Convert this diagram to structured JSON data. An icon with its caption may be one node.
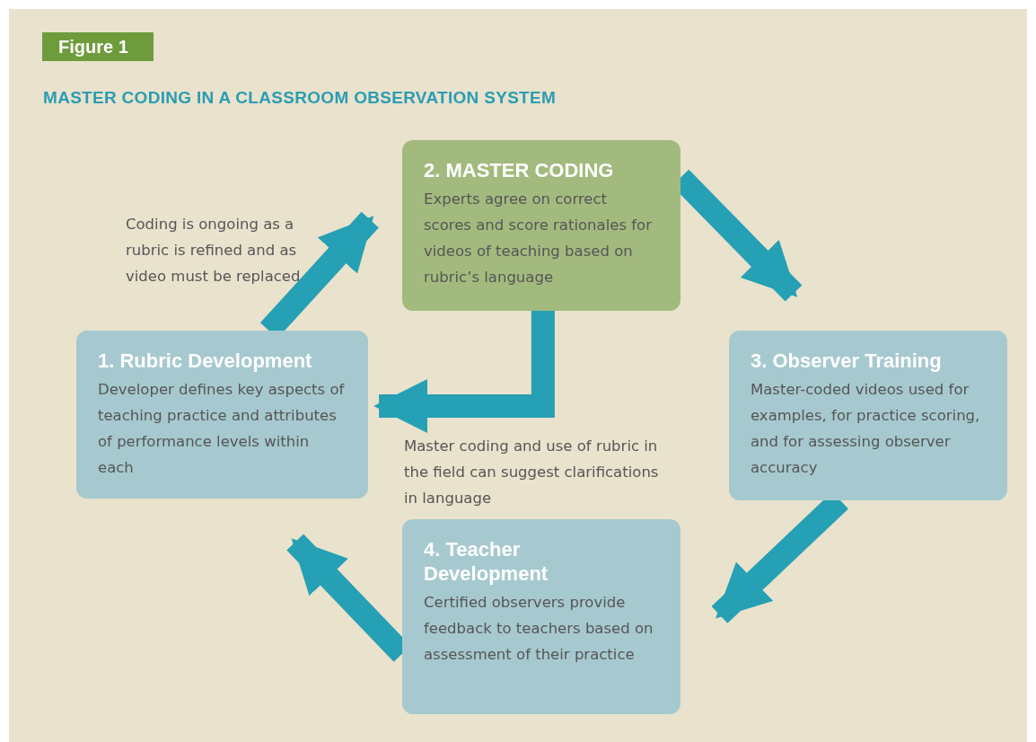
{
  "diagram": {
    "title": "MASTER CODING IN A CLASSROOM OBSERVATION SYSTEM",
    "nodes": [
      {
        "text": [
          "2. MASTER CODING",
          "Experts agree on correct scores and score rationales for videos of teaching based on rubric’s language"
        ]
      },
      {
        "text": [
          "1. Rubric Development",
          "Developer defines key aspects of teaching practice and attributes of performance levels within each"
        ]
      },
      {
        "text": [
          "3. Observer Training",
          "Master-coded videos used for examples, for practice scoring, and for assessing observer accuracy"
        ]
      },
      {
        "text": [
          "4. Teacher Development",
          "Certified observers provide feedback to teachers based on assessment of their practice"
        ]
      }
    ],
    "edges": [
      {
        "from": 1,
        "to": 0,
        "arrow": "to",
        "label": "Coding is ongoing as a rubric is refined and as video must be replaced"
      },
      {
        "from": 0,
        "to": 2,
        "arrow": "to"
      },
      {
        "from": 2,
        "to": 3,
        "arrow": "to"
      },
      {
        "from": 3,
        "to": 1,
        "arrow": "to"
      },
      {
        "from": 0,
        "to": 1,
        "arrow": "to",
        "label": "Master coding and use of rubric in the field can suggest clarifications in language"
      }
    ],
    "labels": [
      "Figure 1"
    ]
  }
}
